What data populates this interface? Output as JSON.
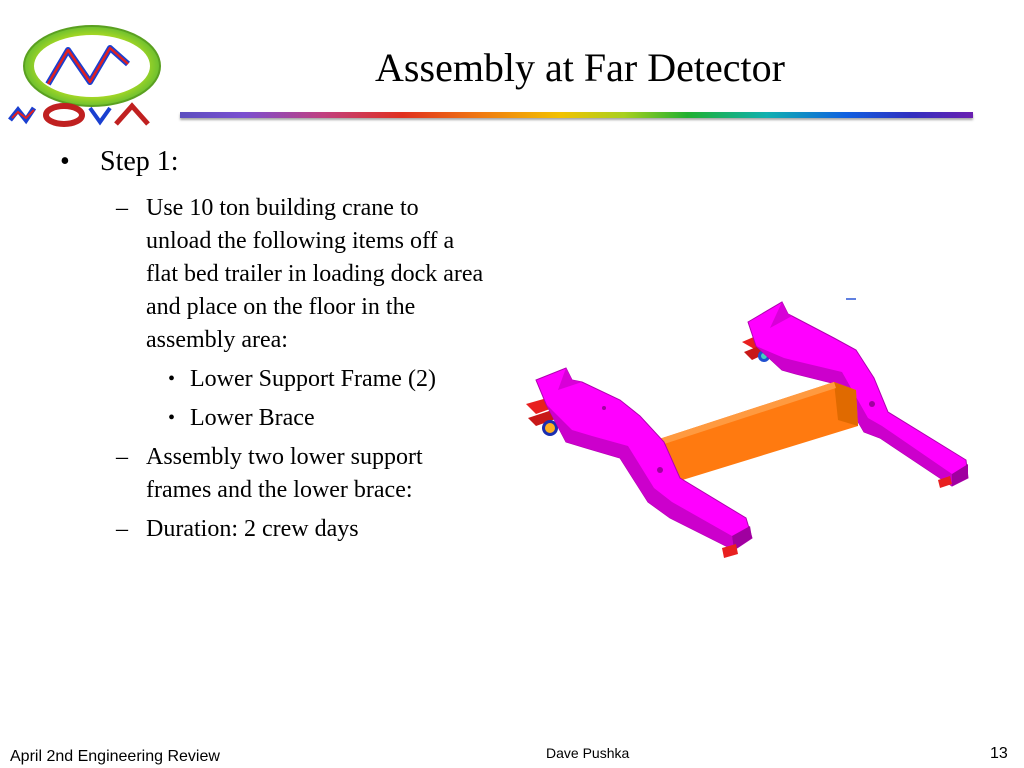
{
  "slide": {
    "title": "Assembly at Far Detector",
    "logo_text": "NOvA"
  },
  "content": {
    "step": "Step 1:",
    "items": [
      "Use 10 ton building crane to unload the following items off a flat bed trailer in loading dock area and place on the floor in the assembly area:",
      "Assembly two lower support frames and the lower brace:",
      "Duration: 2 crew days"
    ],
    "subitems": [
      "Lower  Support Frame (2)",
      "Lower Brace"
    ],
    "bullet_glyph": "•",
    "dash_glyph": "–"
  },
  "footer": {
    "left": "April 2nd Engineering Review",
    "center": "Dave Pushka",
    "page_number": "13"
  },
  "colors": {
    "frame": "#ff00ff",
    "brace": "#ff7a10",
    "fixture_red": "#e82020"
  }
}
